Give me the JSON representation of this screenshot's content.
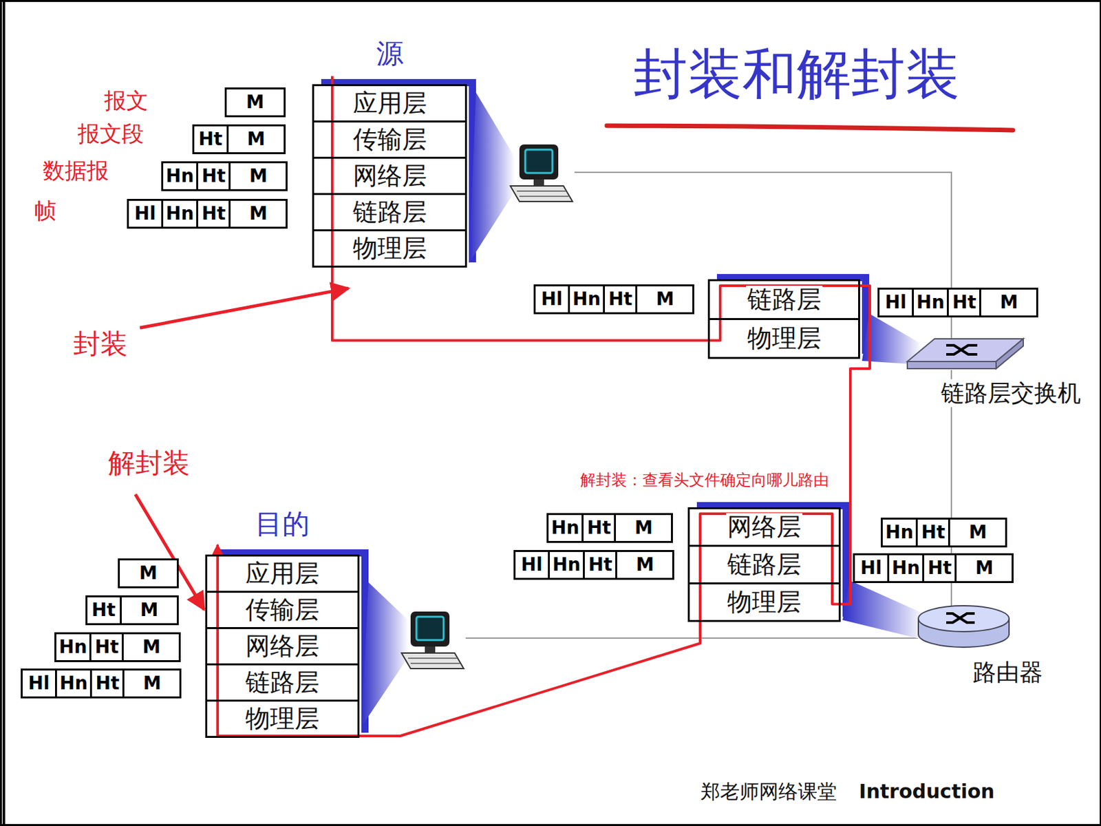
{
  "diagram": {
    "title": "封装和解封装",
    "nodes": [
      {
        "text": [
          "M"
        ]
      },
      {
        "text": [
          "Ht",
          "M"
        ]
      },
      {
        "text": [
          "Hn",
          "Ht",
          "M"
        ]
      },
      {
        "text": [
          "Hl",
          "Hn",
          "Ht",
          "M"
        ]
      },
      {
        "text": [
          "源"
        ]
      },
      {
        "text": [
          "应用层"
        ],
        "in": 4
      },
      {
        "text": [
          "传输层"
        ],
        "in": 4
      },
      {
        "text": [
          "网络层"
        ],
        "in": 4
      },
      {
        "text": [
          "链路层"
        ],
        "in": 4
      },
      {
        "text": [
          "物理层"
        ],
        "in": 4
      },
      {
        "text": [
          "Hl",
          "Hn",
          "Ht",
          "M"
        ]
      },
      {
        "text": [
          "链路层"
        ]
      },
      {
        "text": [
          "物理层"
        ]
      },
      {
        "text": [
          "Hl",
          "Hn",
          "Ht",
          "M"
        ]
      },
      {
        "text": [
          "Hn",
          "Ht",
          "M"
        ]
      },
      {
        "text": [
          "Hl",
          "Hn",
          "Ht",
          "M"
        ]
      },
      {
        "text": [
          "网络层"
        ]
      },
      {
        "text": [
          "链路层"
        ]
      },
      {
        "text": [
          "物理层"
        ]
      },
      {
        "text": [
          "Hn",
          "Ht",
          "M"
        ]
      },
      {
        "text": [
          "Hl",
          "Hn",
          "Ht",
          "M"
        ]
      },
      {
        "text": [
          "M"
        ]
      },
      {
        "text": [
          "Ht",
          "M"
        ]
      },
      {
        "text": [
          "Hn",
          "Ht",
          "M"
        ]
      },
      {
        "text": [
          "Hl",
          "Hn",
          "Ht",
          "M"
        ]
      },
      {
        "text": [
          "目的"
        ]
      },
      {
        "text": [
          "应用层"
        ],
        "in": 25
      },
      {
        "text": [
          "传输层"
        ],
        "in": 25
      },
      {
        "text": [
          "网络层"
        ],
        "in": 25
      },
      {
        "text": [
          "链路层"
        ],
        "in": 25
      },
      {
        "text": [
          "物理层"
        ],
        "in": 25
      }
    ],
    "edges": [
      {
        "from": 9,
        "to": 12,
        "arrow": "none"
      },
      {
        "from": 11,
        "to": 18,
        "arrow": "none"
      },
      {
        "from": 18,
        "to": 30,
        "arrow": "none"
      }
    ],
    "labels": [
      "报文",
      "报文段",
      "数据报",
      "帧",
      "封装",
      "解封装",
      "解封装：查看头文件确定向哪儿路由",
      "链路层交换机",
      "路由器",
      "郑老师网络课堂",
      "Introduction"
    ]
  }
}
